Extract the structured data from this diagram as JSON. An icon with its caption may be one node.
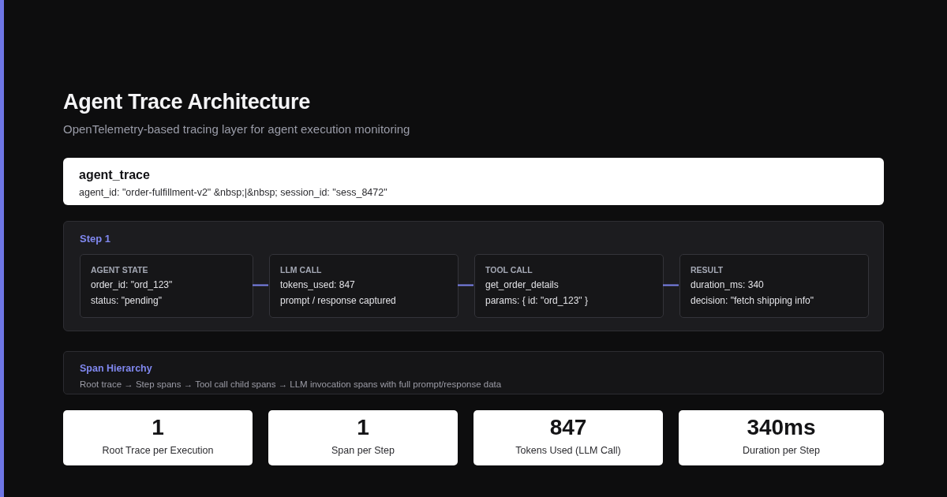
{
  "diagram": {
    "title": "Agent Trace Architecture",
    "nodes": [
      {
        "text": [
          "agent_trace",
          "agent_id: \"order-fulfillment-v2\" &nbsp;|&nbsp; session_id: \"sess_8472\""
        ]
      },
      {
        "text": [
          "Step 1"
        ]
      },
      {
        "text": [
          "AGENT STATE",
          "order_id: \"ord_123\"",
          "status: \"pending\""
        ],
        "in": 1
      },
      {
        "text": [
          "LLM CALL",
          "tokens_used: 847",
          "prompt / response captured"
        ],
        "in": 1
      },
      {
        "text": [
          "TOOL CALL",
          "get_order_details",
          "params: { id: \"ord_123\" }"
        ],
        "in": 1
      },
      {
        "text": [
          "RESULT",
          "duration_ms: 340",
          "decision: \"fetch shipping info\""
        ],
        "in": 1
      },
      {
        "text": [
          "Span Hierarchy",
          "Root trace → Step spans → Tool call child spans → LLM invocation spans with full prompt/response data"
        ]
      },
      {
        "text": [
          "1",
          "Root Trace per Execution"
        ]
      },
      {
        "text": [
          "1",
          "Span per Step"
        ]
      },
      {
        "text": [
          "847",
          "Tokens Used (LLM Call)"
        ]
      },
      {
        "text": [
          "340ms",
          "Duration per Step"
        ]
      }
    ],
    "edges": [
      {
        "from": 2,
        "to": 3,
        "arrow": "none"
      },
      {
        "from": 3,
        "to": 4,
        "arrow": "none"
      },
      {
        "from": 4,
        "to": 5,
        "arrow": "none"
      }
    ],
    "labels": [
      "OpenTelemetry-based tracing layer for agent execution monitoring"
    ]
  }
}
